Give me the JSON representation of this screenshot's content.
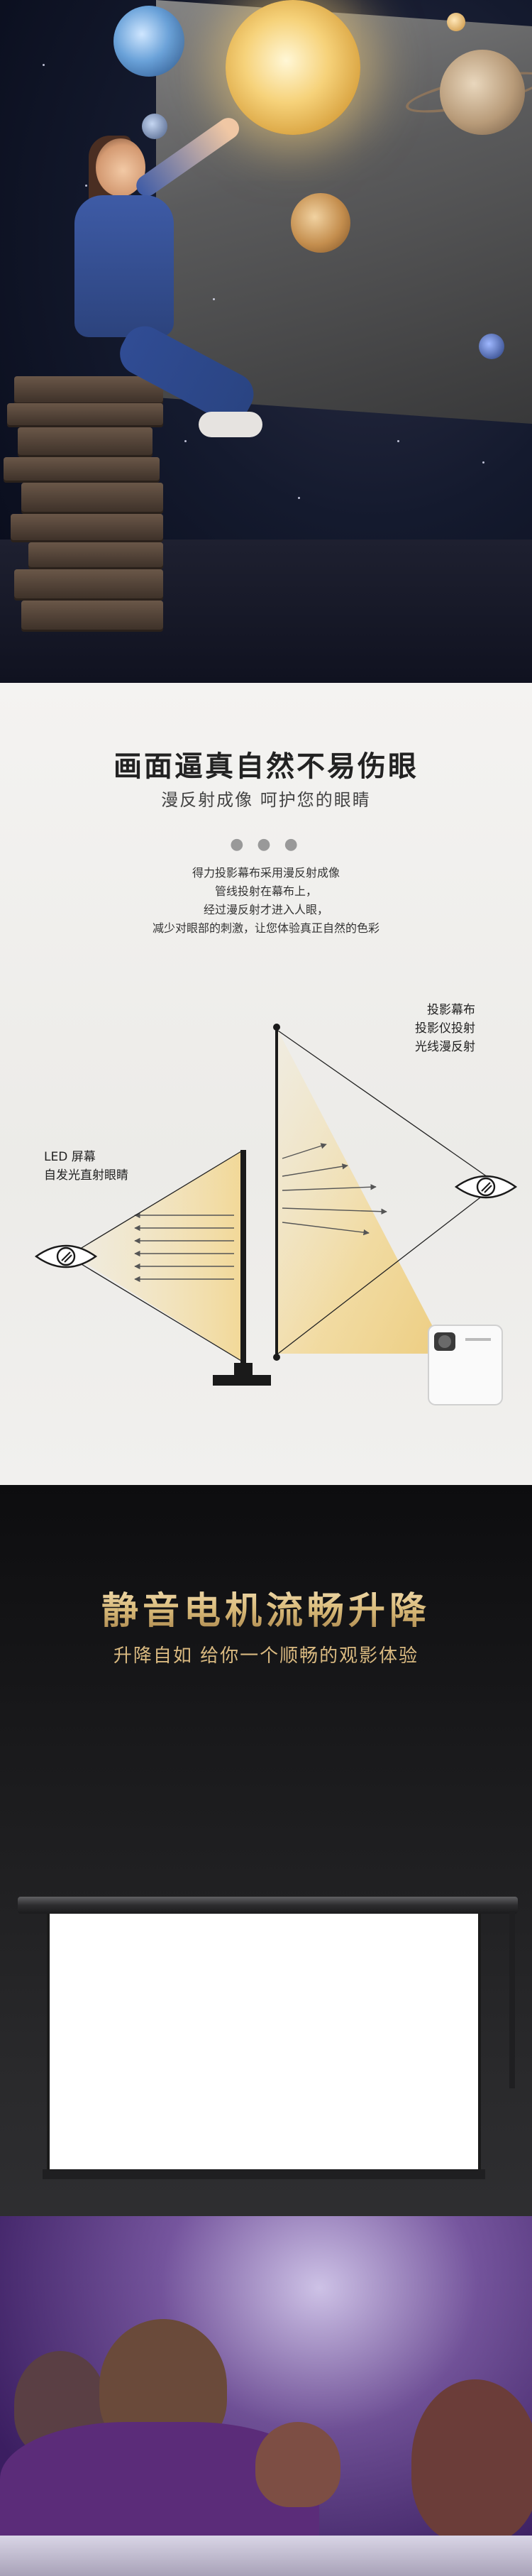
{
  "section_reflection": {
    "title": "画面逼真自然不易伤眼",
    "subtitle": "漫反射成像 呵护您的眼睛",
    "dots": "● ● ●",
    "description": [
      "得力投影幕布采用漫反射成像",
      "管线投射在幕布上，",
      "经过漫反射才进入人眼，",
      "减少对眼部的刺激，让您体验真正自然的色彩"
    ],
    "projector_label": [
      "投影幕布",
      "投影仪投射",
      "光线漫反射"
    ],
    "led_label": [
      "LED 屏幕",
      "自发光直射眼睛"
    ]
  },
  "section_motor": {
    "title": "静音电机流畅升降",
    "subtitle": "升降自如  给你一个顺畅的观影体验"
  },
  "colors": {
    "gold": "#d8b978",
    "beam": "#f2d68f",
    "dark_bg": "#1a1a1c",
    "light_bg": "#f2f1ef"
  }
}
